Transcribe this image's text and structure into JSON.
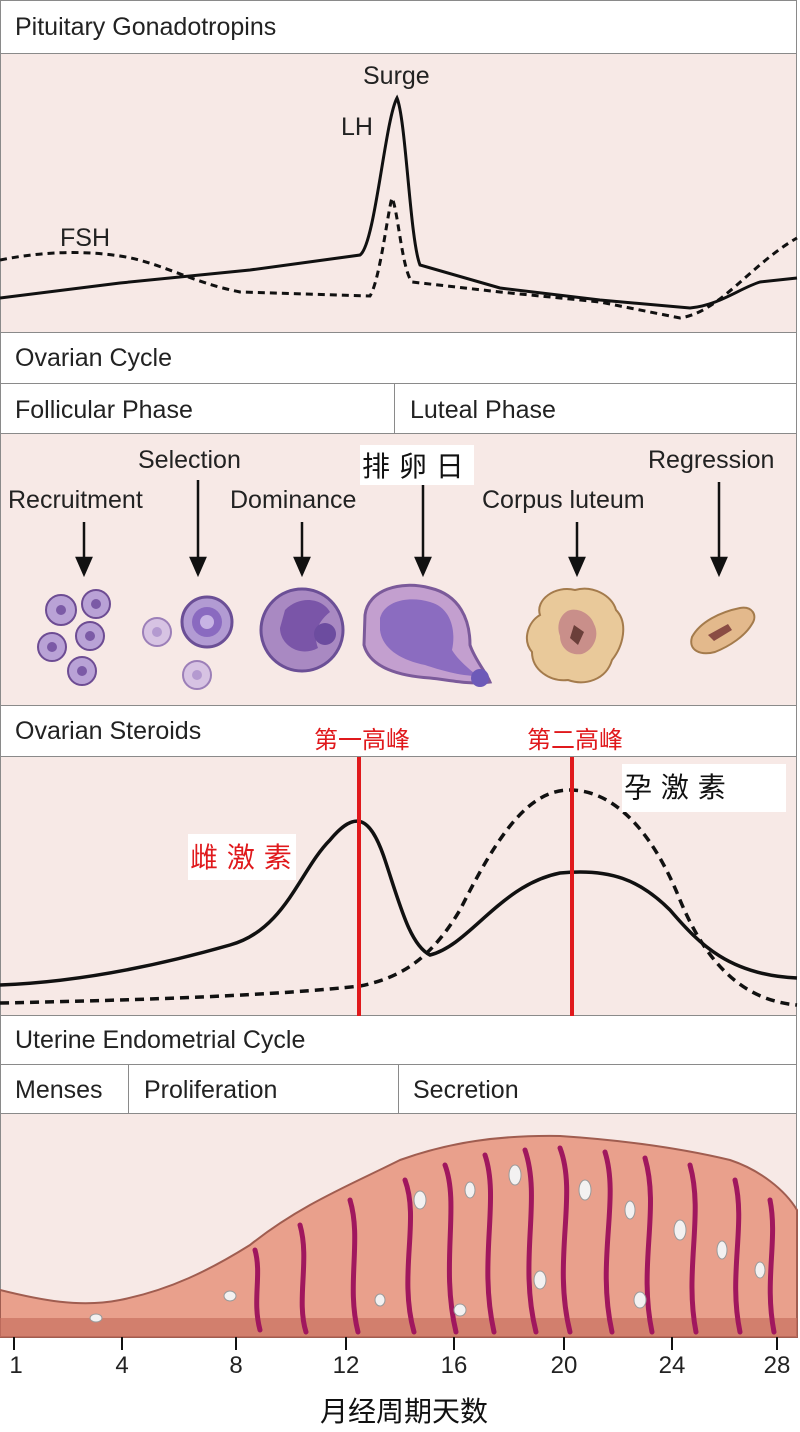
{
  "sections": {
    "gonadotropins_title": "Pituitary Gonadotropins",
    "ovarian_cycle_title": "Ovarian Cycle",
    "follicular_phase": "Follicular Phase",
    "luteal_phase": "Luteal Phase",
    "ovarian_steroids_title": "Ovarian Steroids",
    "uterine_title": "Uterine Endometrial Cycle",
    "menses": "Menses",
    "proliferation": "Proliferation",
    "secretion": "Secretion"
  },
  "gonadotropins": {
    "surge_label": "Surge",
    "lh_label": "LH",
    "fsh_label": "FSH"
  },
  "follicle_stages": {
    "recruitment": "Recruitment",
    "selection": "Selection",
    "dominance": "Dominance",
    "ovulation_overlay": "排 卵 日",
    "corpus_luteum": "Corpus luteum",
    "regression": "Regression"
  },
  "steroids": {
    "first_peak": "第一高峰",
    "second_peak": "第二高峰",
    "progesterone_overlay": "孕 激 素",
    "estrogen_overlay": "雌 激 素"
  },
  "x_axis": {
    "ticks": [
      "1",
      "4",
      "8",
      "12",
      "16",
      "20",
      "24",
      "28"
    ],
    "label": "月经周期天数"
  },
  "colors": {
    "panel": "#f7e9e6",
    "red_marker": "#e0191c",
    "follicle_purple": "#8f6bb0",
    "corpus_luteum": "#e9c99a",
    "endometrium": "#e9a08c",
    "vessel": "#a0175e"
  }
}
